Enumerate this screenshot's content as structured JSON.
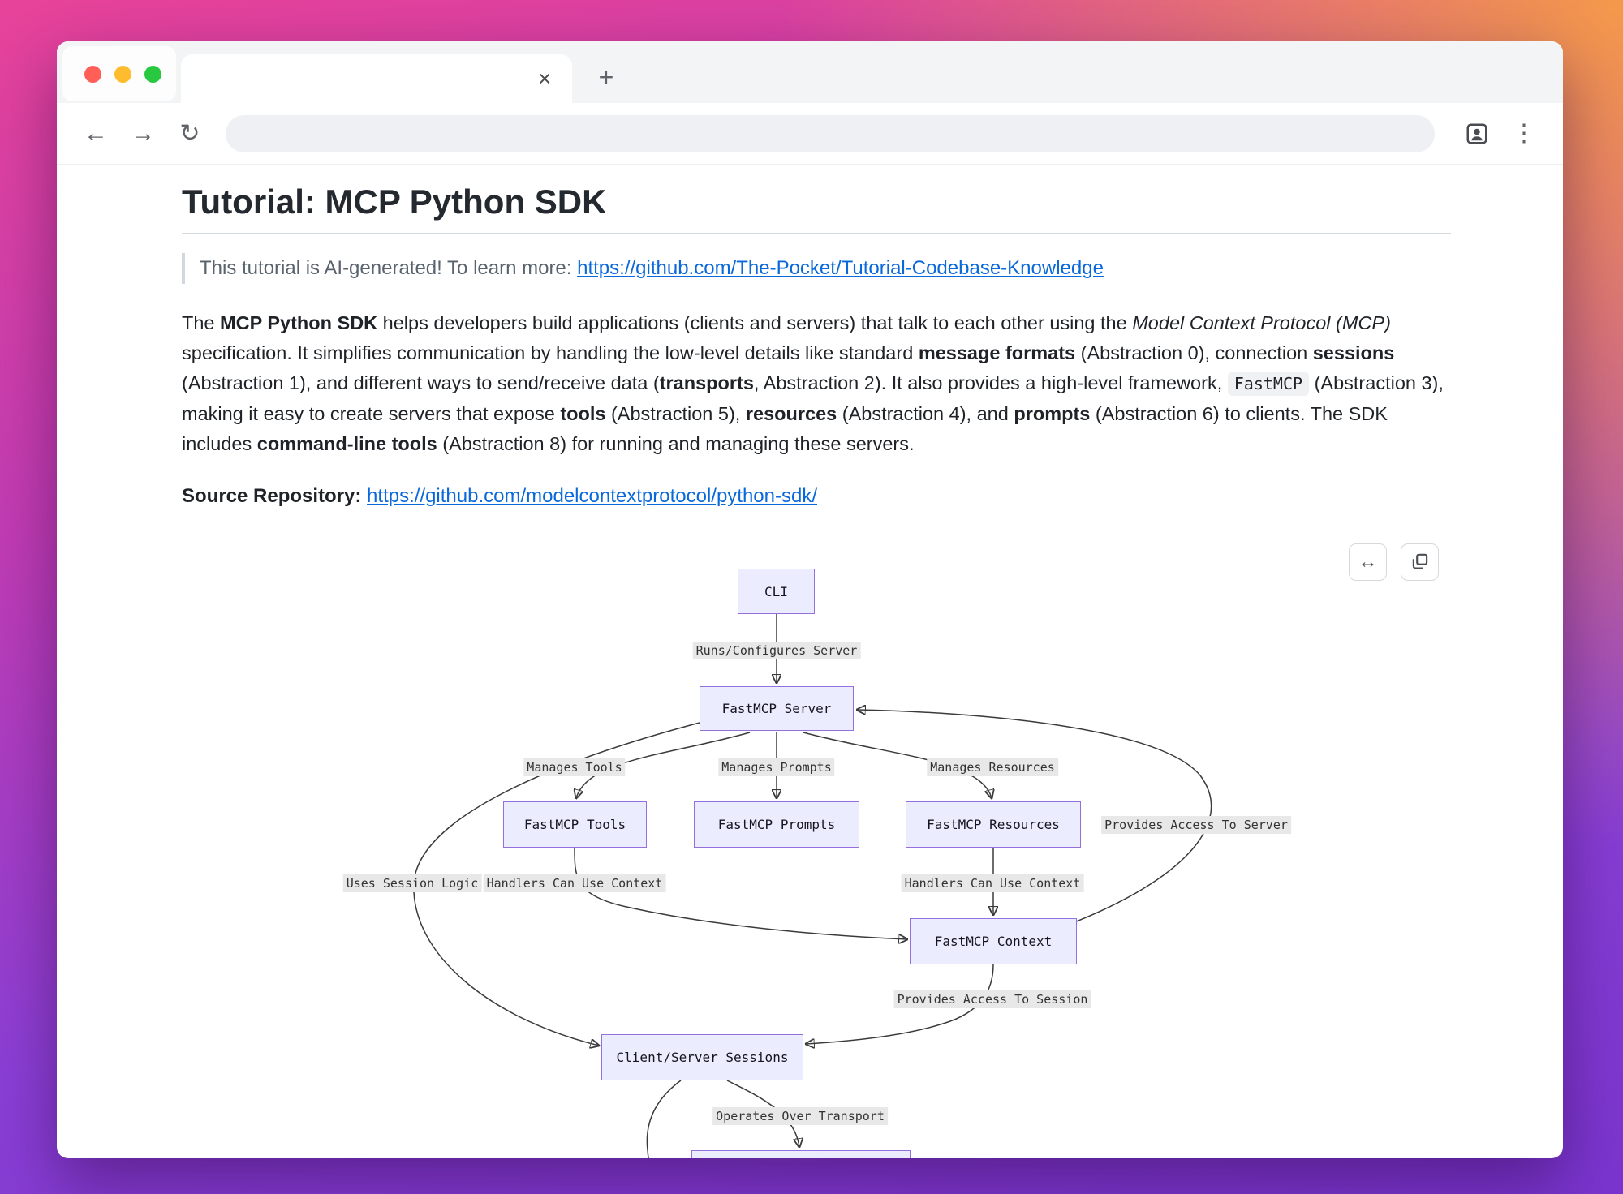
{
  "window_controls": {
    "close_color": "#ff5f57",
    "minimize_color": "#febc2e",
    "zoom_color": "#28c840"
  },
  "browser": {
    "icons": {
      "close_tab": "×",
      "new_tab": "+",
      "back": "←",
      "forward": "→",
      "reload": "↻",
      "menu": "⋮",
      "expand": "↔"
    }
  },
  "page": {
    "title": "Tutorial: MCP Python SDK",
    "callout": {
      "text": "This tutorial is AI-generated! To learn more: ",
      "link": "https://github.com/The-Pocket/Tutorial-Codebase-Knowledge"
    },
    "intro": [
      "The ",
      "MCP Python SDK",
      " helps developers build applications (clients and servers) that talk to each other using the ",
      "Model Context Protocol (MCP)",
      " specification. It simplifies communication by handling the low-level details like standard ",
      "message formats",
      " (Abstraction 0), connection ",
      "sessions",
      " (Abstraction 1), and different ways to send/receive data (",
      "transports",
      ", Abstraction 2). It also provides a high-level framework, ",
      "FastMCP",
      " (Abstraction 3), making it easy to create servers that expose ",
      "tools",
      " (Abstraction 5), ",
      "resources",
      " (Abstraction 4), and ",
      "prompts",
      " (Abstraction 6) to clients. The SDK includes ",
      "command-line tools",
      " (Abstraction 8) for running and managing these servers."
    ],
    "source": {
      "label": "Source Repository: ",
      "link": "https://github.com/modelcontextprotocol/python-sdk/"
    }
  },
  "diagram": {
    "colors": {
      "node_fill": "#ececff",
      "node_border": "#9370db",
      "edge": "#3b3b3b",
      "label_bg": "#e8e8e8"
    },
    "nodes": {
      "cli": "CLI",
      "server": "FastMCP Server",
      "tools": "FastMCP Tools",
      "prompts": "FastMCP Prompts",
      "resources": "FastMCP Resources",
      "context": "FastMCP Context",
      "sessions": "Client/Server Sessions"
    },
    "edge_labels": {
      "runs": "Runs/Configures Server",
      "manages_tools": "Manages Tools",
      "manages_prompts": "Manages Prompts",
      "manages_resources": "Manages Resources",
      "provides_server": "Provides Access To Server",
      "uses_session": "Uses Session Logic",
      "handlers_left": "Handlers Can Use Context",
      "handlers_right": "Handlers Can Use Context",
      "provides_session": "Provides Access To Session",
      "operates": "Operates Over Transport"
    }
  }
}
